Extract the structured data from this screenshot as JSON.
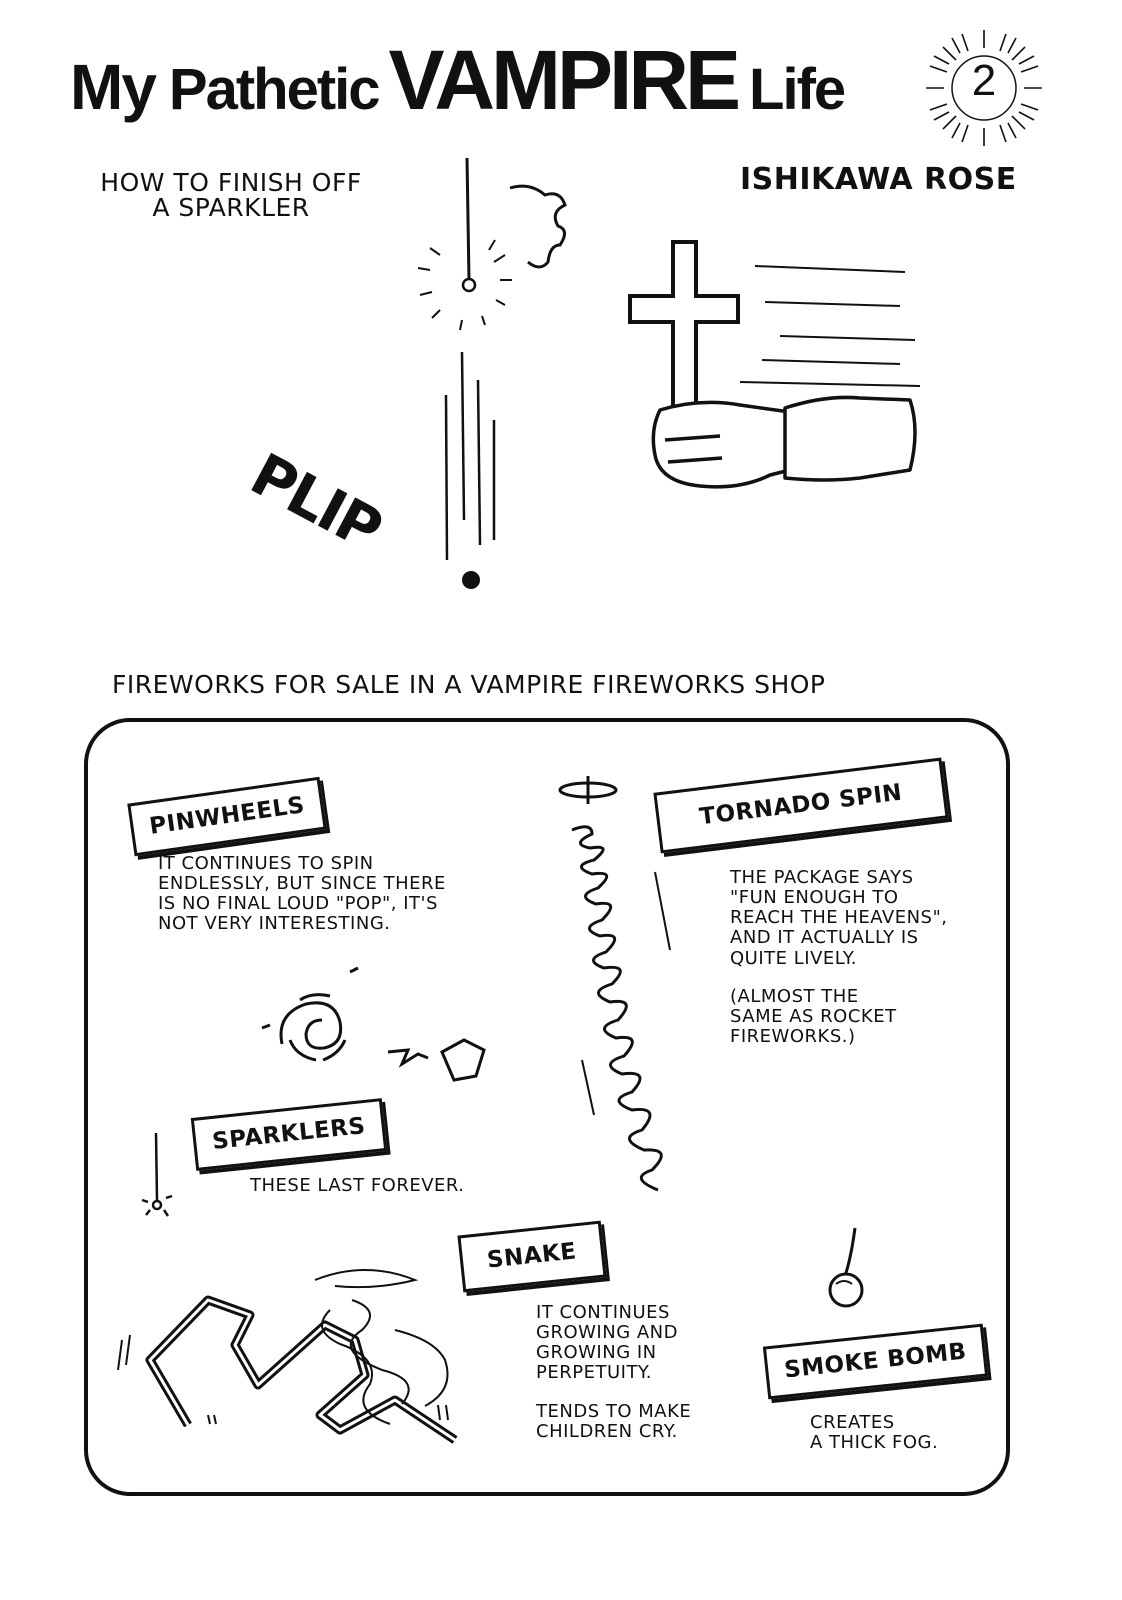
{
  "title": {
    "word1": "My",
    "word2": "Pathetic",
    "word3": "VAMPIRE",
    "word4": "Life",
    "volume": "2"
  },
  "author": "ISHIKAWA ROSE",
  "strip1": {
    "caption_line1": "HOW TO FINISH OFF",
    "caption_line2": "A SPARKLER",
    "sfx": "PLIP"
  },
  "strip2": {
    "caption": "FIREWORKS FOR SALE IN A VAMPIRE FIREWORKS SHOP",
    "items": {
      "pinwheels": {
        "label": "PINWHEELS",
        "desc": [
          "IT CONTINUES TO SPIN",
          "ENDLESSLY, BUT SINCE THERE",
          "IS NO FINAL LOUD \"POP\", IT'S",
          "NOT VERY INTERESTING."
        ]
      },
      "tornado": {
        "label": "TORNADO SPIN",
        "desc": [
          "THE PACKAGE SAYS",
          "\"FUN ENOUGH TO",
          "REACH THE HEAVENS\",",
          "AND IT ACTUALLY IS",
          "QUITE LIVELY."
        ],
        "note": [
          "(ALMOST THE",
          "SAME AS ROCKET",
          "FIREWORKS.)"
        ]
      },
      "sparklers": {
        "label": "SPARKLERS",
        "desc": "THESE LAST FOREVER."
      },
      "snake": {
        "label": "SNAKE",
        "desc": [
          "IT CONTINUES",
          "GROWING AND",
          "GROWING IN",
          "PERPETUITY."
        ],
        "note": [
          "TENDS TO MAKE",
          "CHILDREN CRY."
        ]
      },
      "smoke_bomb": {
        "label": "SMOKE BOMB",
        "desc": [
          "CREATES",
          "A THICK FOG."
        ]
      }
    }
  }
}
